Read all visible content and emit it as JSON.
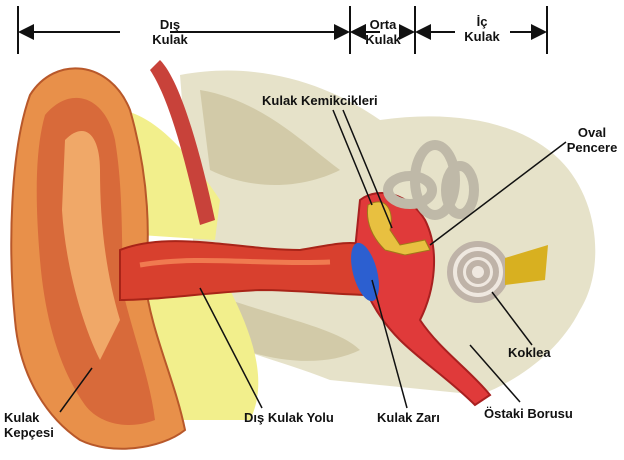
{
  "sections": {
    "outer_ear": [
      "Dış",
      "Kulak"
    ],
    "middle_ear": [
      "Orta",
      "Kulak"
    ],
    "inner_ear": [
      "İç",
      "Kulak"
    ]
  },
  "labels": {
    "ossicles": "Kulak Kemikcikleri",
    "oval_window": [
      "Oval",
      "Pencere"
    ],
    "cochlea": "Koklea",
    "pinna": [
      "Kulak",
      "Kepçesi"
    ],
    "ear_canal": "Dış Kulak Yolu",
    "eardrum": "Kulak Zarı",
    "eustachian_tube": "Östaki Borusu"
  }
}
